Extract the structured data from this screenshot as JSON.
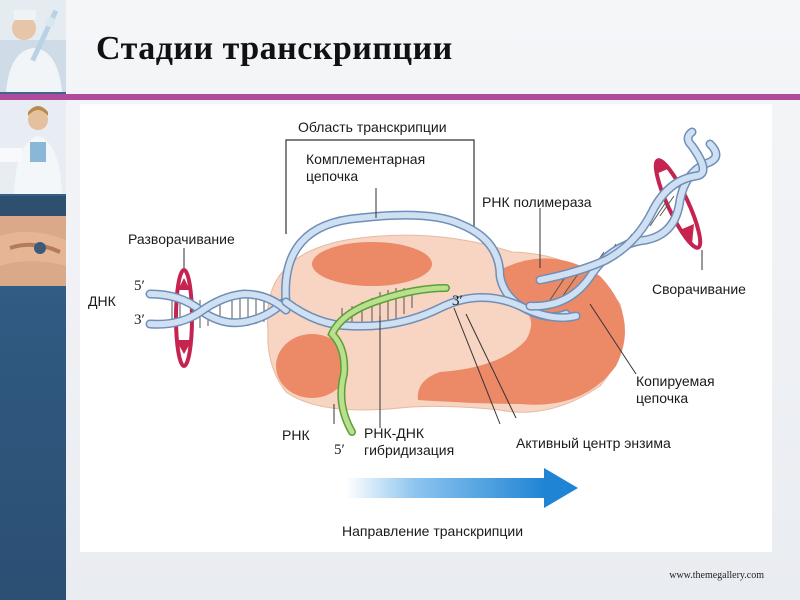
{
  "slide": {
    "title": "Стадии транскрипции",
    "footer_url": "www.themegallery.com",
    "accent_color": "#b04a9b",
    "sidebar_color": "#3f6a95"
  },
  "diagram": {
    "labels": {
      "transcription_region": "Область транскрипции",
      "complementary_strand_1": "Комплементарная",
      "complementary_strand_2": "цепочка",
      "rna_polymerase": "РНК полимераза",
      "unwinding": "Разворачивание",
      "rewinding": "Сворачивание",
      "dna": "ДНК",
      "five_prime_left": "5′",
      "three_prime_left": "3′",
      "three_prime_center": "3′",
      "five_prime_bottom": "5′",
      "template_strand_1": "Копируемая",
      "template_strand_2": "цепочка",
      "rna": "РНК",
      "rna_dna_1": "РНК-ДНК",
      "rna_dna_2": "гибридизация",
      "active_center": "Активный центр энзима",
      "direction": "Направление транскрипции"
    },
    "colors": {
      "dna_strand": "#b8cfe8",
      "dna_outline": "#6f8fb8",
      "rna_strand": "#9ccc64",
      "polymerase_body": "#f7d6c3",
      "polymerase_lobes": "#ec8a68",
      "rotation_arrow": "#c4244f",
      "direction_arrow": "#2e8fd6"
    }
  }
}
